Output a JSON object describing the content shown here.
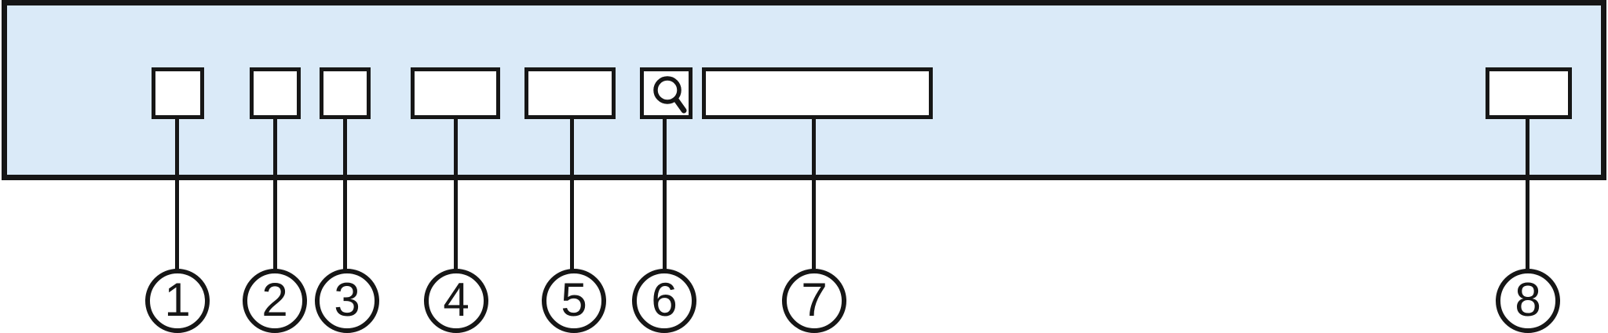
{
  "diagram": {
    "description": "Toolbar schematic with numbered callouts",
    "colors": {
      "panel_fill": "#daeaf8",
      "ink": "#161616",
      "box_fill": "#ffffff",
      "background": "#ffffff"
    },
    "icons": {
      "slot6": "search-icon"
    },
    "callouts": [
      {
        "label": "1"
      },
      {
        "label": "2"
      },
      {
        "label": "3"
      },
      {
        "label": "4"
      },
      {
        "label": "5"
      },
      {
        "label": "6"
      },
      {
        "label": "7"
      },
      {
        "label": "8"
      }
    ]
  }
}
